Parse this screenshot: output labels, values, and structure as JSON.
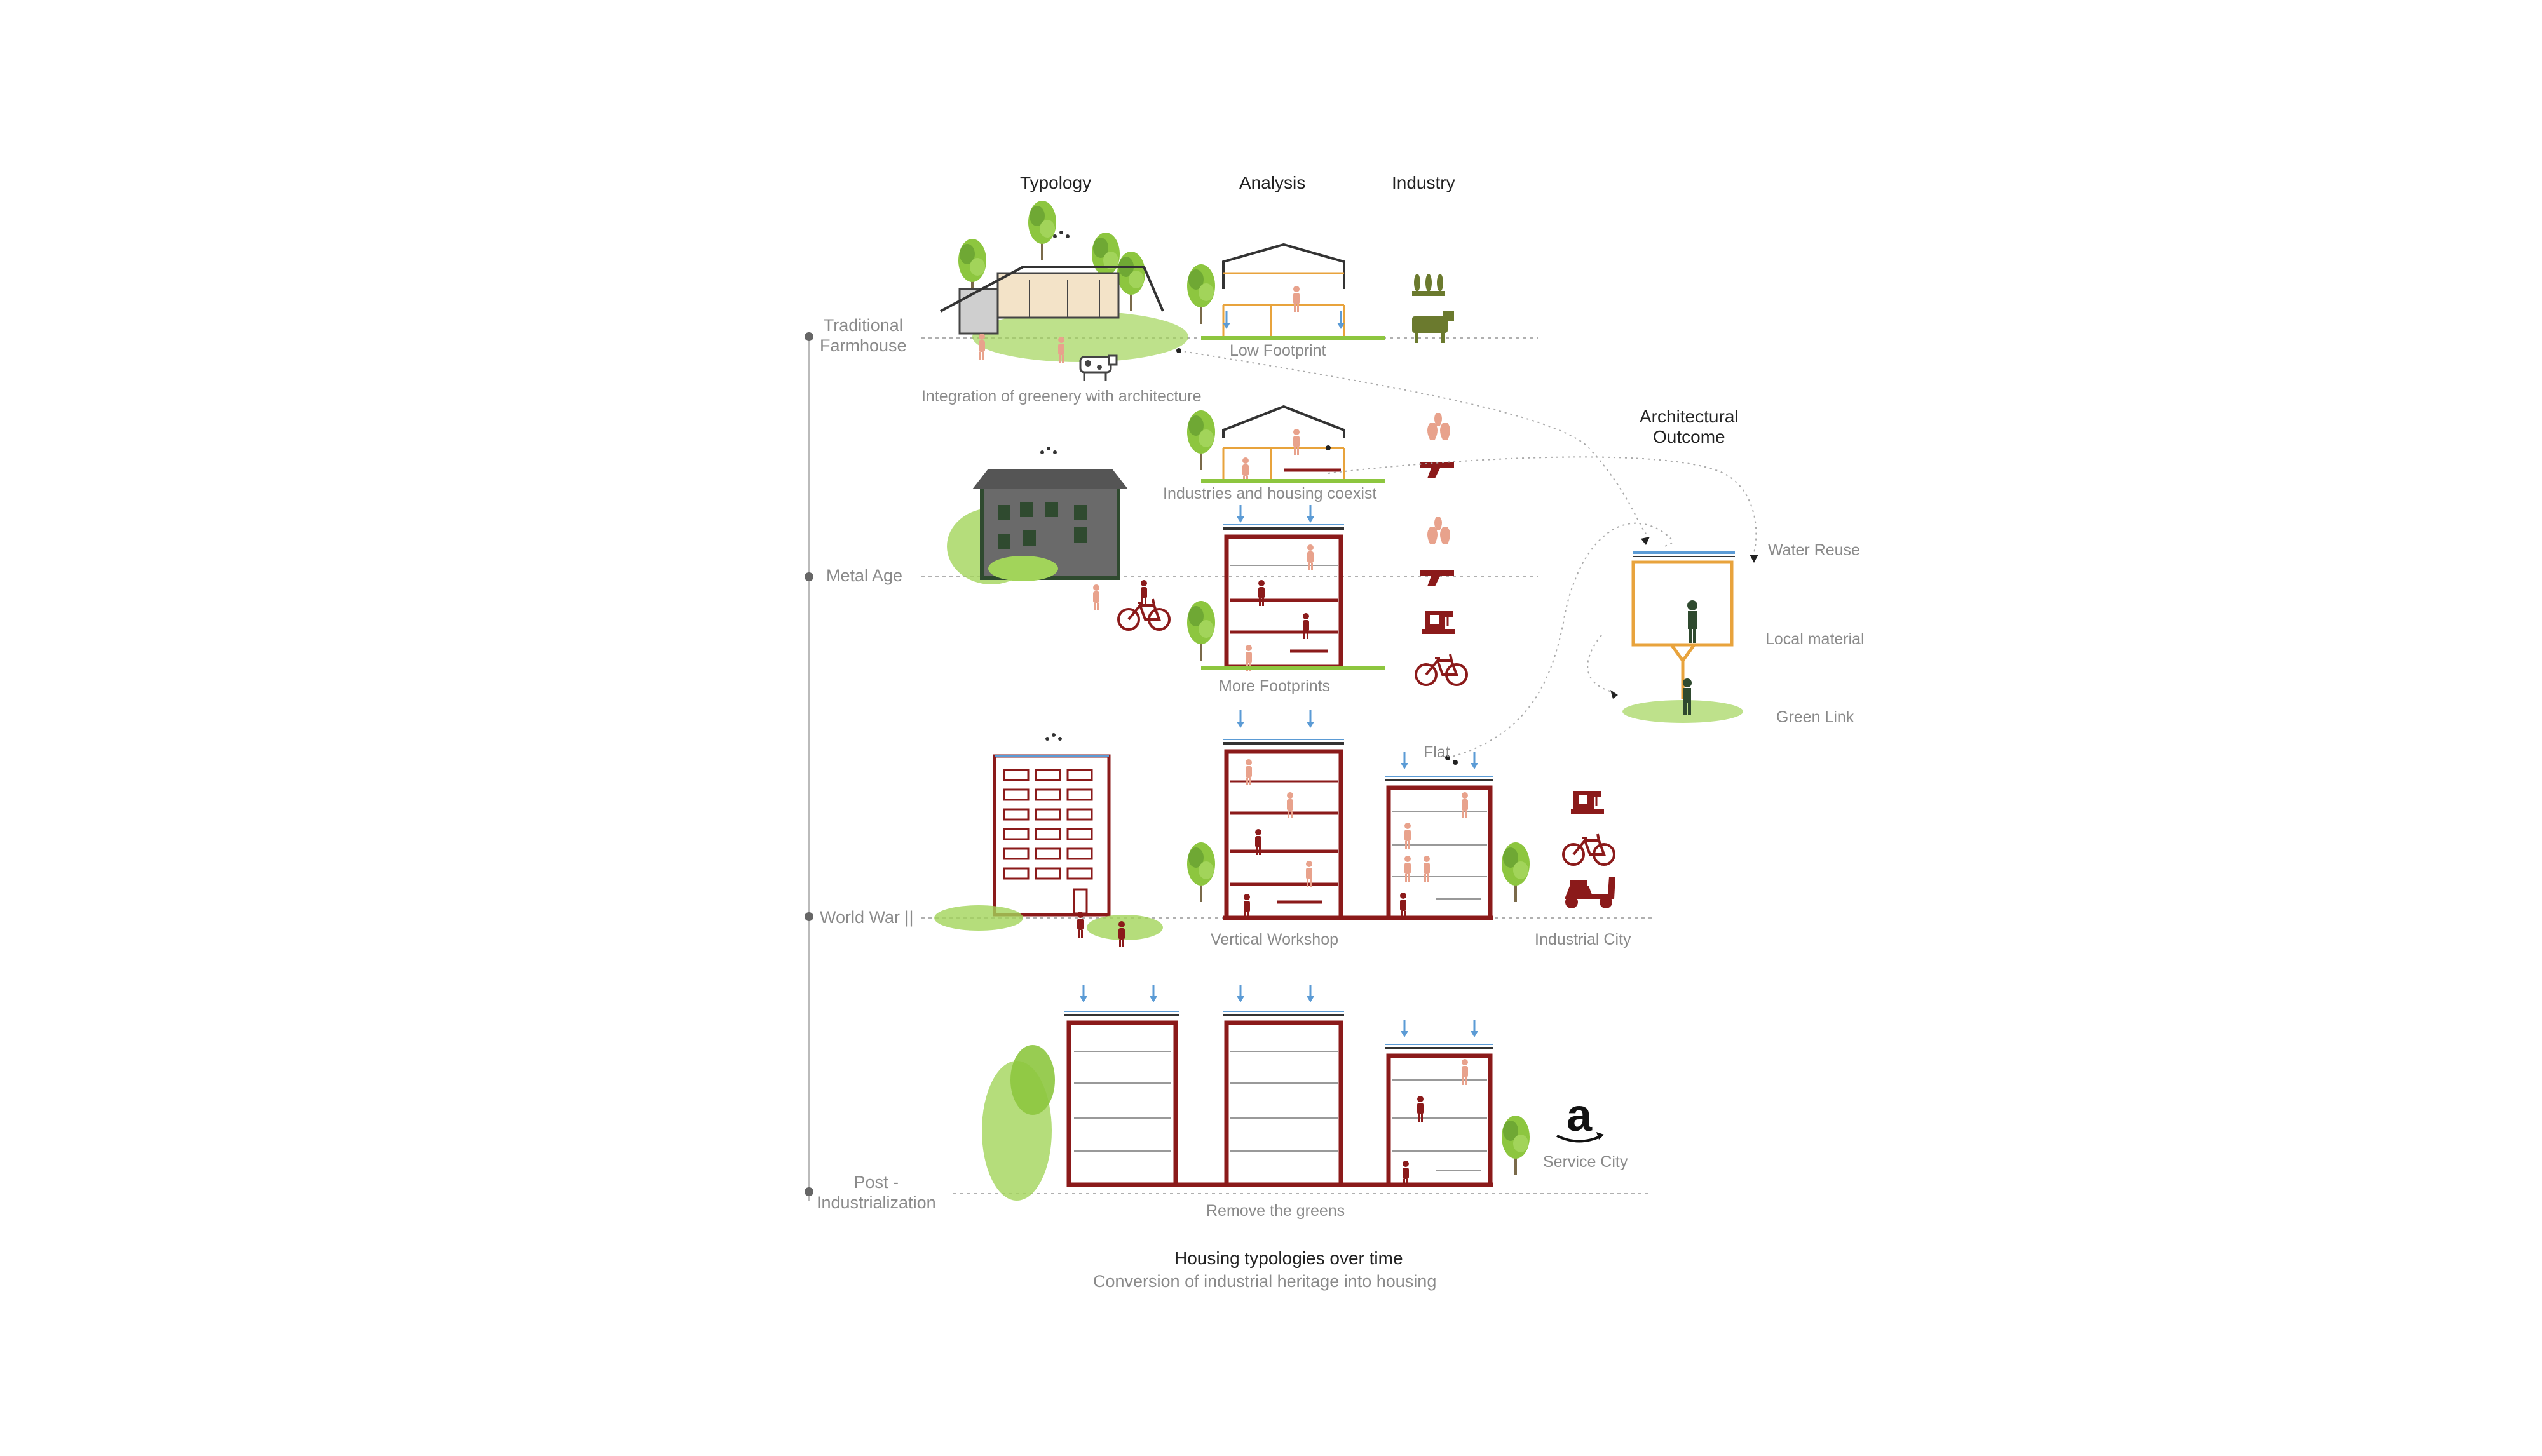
{
  "headers": {
    "typology": "Typology",
    "analysis": "Analysis",
    "industry": "Industry"
  },
  "timeline": {
    "era1": "Traditional\nFarmhouse",
    "era2": "Metal Age",
    "era3": "World War ||",
    "era4": "Post -\nIndustrialization"
  },
  "captions": {
    "low_footprint": "Low Footprint",
    "integration": "Integration of greenery with architecture",
    "coexist": "Industries and housing coexist",
    "more_footprints": "More Footprints",
    "flat": "Flat",
    "vertical_workshop": "Vertical Workshop",
    "industrial_city": "Industrial City",
    "service_city": "Service City",
    "remove_greens": "Remove the greens"
  },
  "outcome": {
    "title": "Architectural\nOutcome",
    "water_reuse": "Water Reuse",
    "local_material": "Local material",
    "green_link": "Green Link"
  },
  "footer": {
    "title": "Housing typologies over time",
    "subtitle": "Conversion of industrial heritage into housing"
  },
  "colors": {
    "dark_red": "#8b1a1a",
    "salmon": "#e8a28c",
    "olive": "#6b7a2e",
    "green": "#8dc63f",
    "orange": "#e8a33c",
    "blue": "#5b9bd5",
    "dark": "#333333",
    "gray_text": "#8a8a8a"
  },
  "icons": [
    "wheat-icon",
    "cow-icon",
    "jars-icon",
    "pistol-icon",
    "sewing-machine-icon",
    "bicycle-icon",
    "scooter-icon",
    "amazon-logo-icon",
    "rain-drops-icon",
    "tree-icon",
    "person-icon"
  ]
}
